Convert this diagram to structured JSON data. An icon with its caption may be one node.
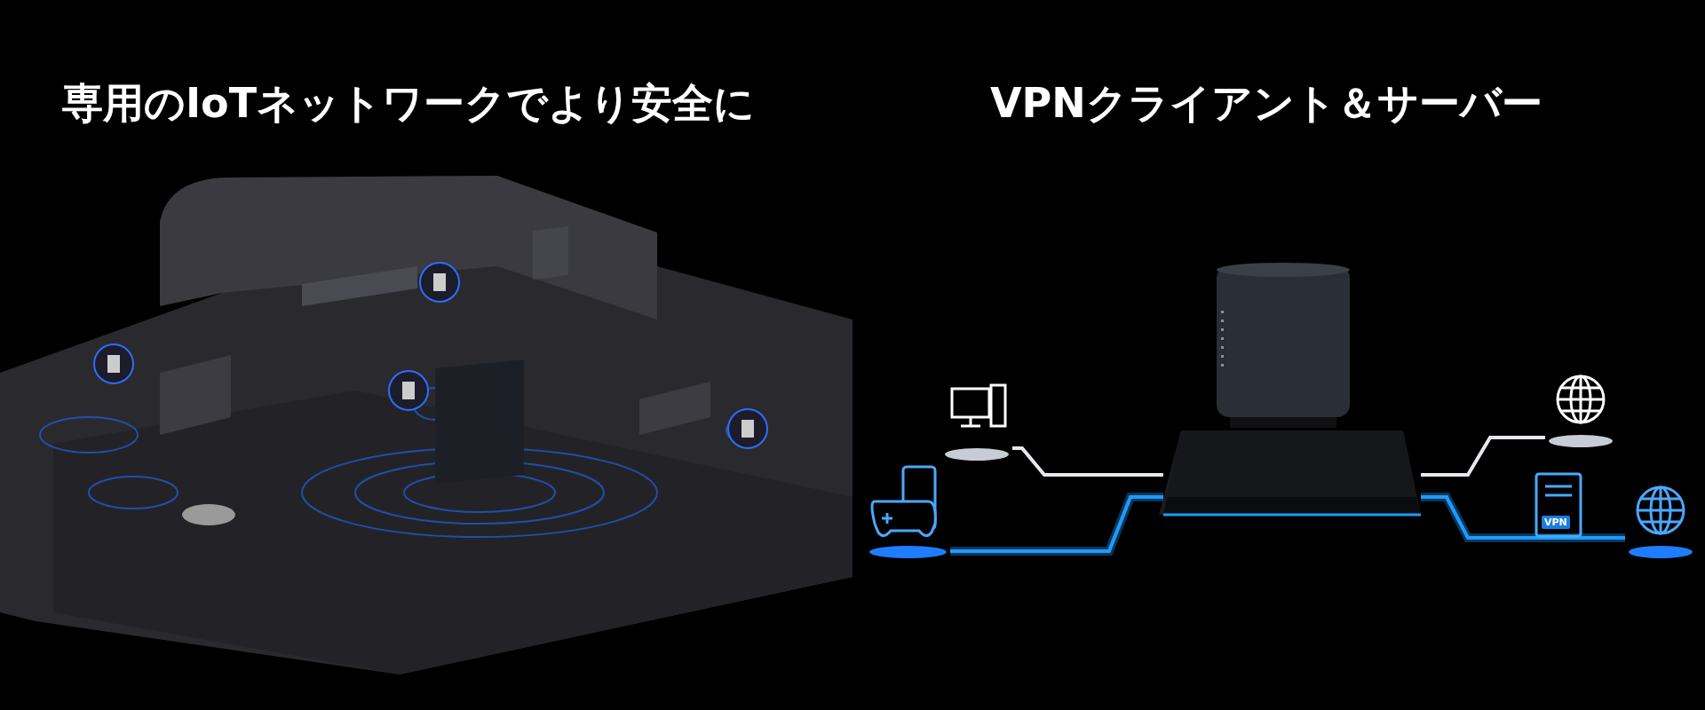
{
  "diagram": {
    "nodes": [
      {
        "text": [],
        "shape": "picture"
      },
      {
        "text": [],
        "shape": "picture"
      },
      {
        "text": [],
        "shape": "picture"
      },
      {
        "text": [],
        "shape": "picture"
      },
      {
        "text": [
          "VPN"
        ]
      },
      {
        "text": [],
        "shape": "picture"
      }
    ],
    "edges": [
      {
        "from": 1,
        "to": 0,
        "arrow": "none"
      },
      {
        "from": 0,
        "to": 2,
        "arrow": "none"
      },
      {
        "from": 3,
        "to": 0,
        "arrow": "none",
        "color": "#1e9bff"
      },
      {
        "from": 0,
        "to": 5,
        "arrow": "none",
        "color": "#1e9bff"
      }
    ],
    "labels": [
      "専用のIoTネットワークでより安全に",
      "VPNクライアント＆サーバー"
    ]
  }
}
